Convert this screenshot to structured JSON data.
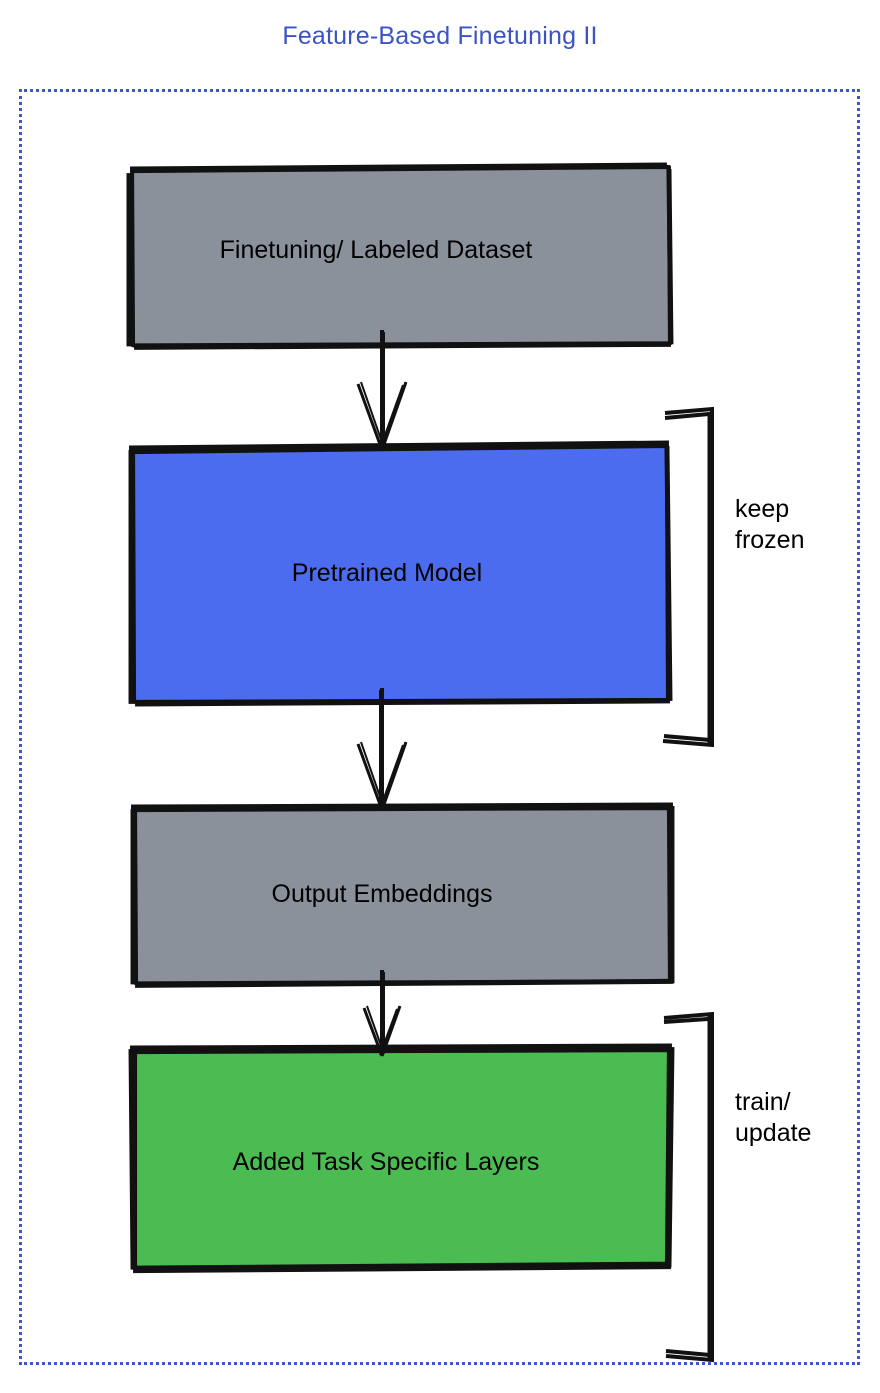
{
  "diagram": {
    "title": "Feature-Based Finetuning II",
    "title_color": "#3b53c4",
    "frame_border_color": "#3f56c6",
    "nodes": [
      {
        "id": "dataset",
        "label": "Finetuning/ Labeled Dataset",
        "fill": "#8a919b",
        "stroke": "#111111"
      },
      {
        "id": "pretrained",
        "label": "Pretrained Model",
        "fill": "#4c6cf0",
        "stroke": "#111111"
      },
      {
        "id": "embeddings",
        "label": "Output Embeddings",
        "fill": "#8a919b",
        "stroke": "#111111"
      },
      {
        "id": "task-layers",
        "label": "Added Task Specific Layers",
        "fill": "#4bbc51",
        "stroke": "#111111"
      }
    ],
    "annotations": [
      {
        "id": "keep-frozen",
        "line1": "keep",
        "line2": "frozen"
      },
      {
        "id": "train-update",
        "line1": "train/",
        "line2": "update"
      }
    ],
    "edges": [
      {
        "from": "dataset",
        "to": "pretrained",
        "kind": "arrow"
      },
      {
        "from": "pretrained",
        "to": "embeddings",
        "kind": "arrow"
      },
      {
        "from": "embeddings",
        "to": "task-layers",
        "kind": "arrow"
      }
    ]
  }
}
